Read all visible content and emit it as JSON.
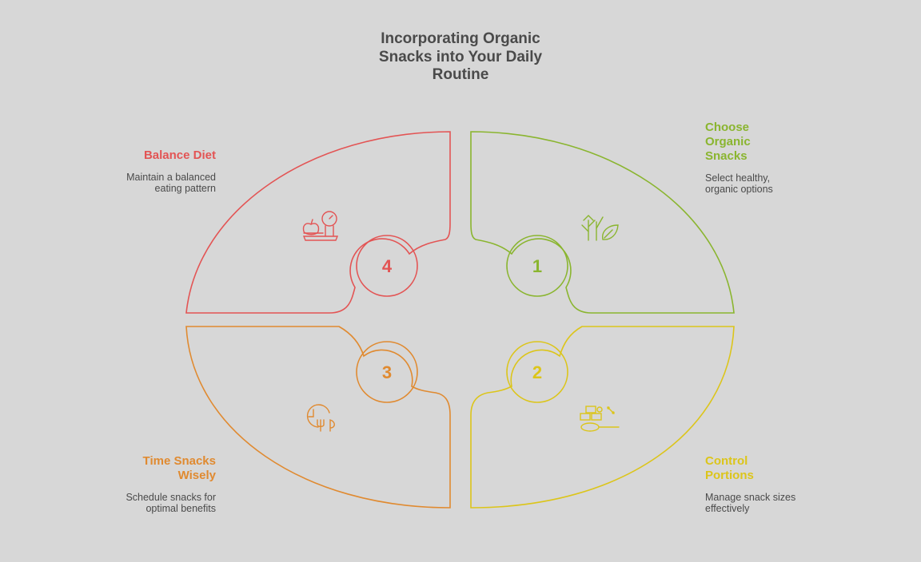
{
  "title_lines": [
    "Incorporating Organic",
    "Snacks into Your Daily",
    "Routine"
  ],
  "colors": {
    "green": "#8ab52f",
    "yellow": "#dcc51a",
    "orange": "#e08a30",
    "red": "#e35454",
    "text": "#4a4a4a",
    "background": "#d7d7d7"
  },
  "steps": [
    {
      "number": "1",
      "title_lines": [
        "Choose",
        "Organic",
        "Snacks"
      ],
      "desc_lines": [
        "Select healthy,",
        "organic options"
      ],
      "icon": "plant-leaf-icon"
    },
    {
      "number": "2",
      "title_lines": [
        "Control",
        "Portions"
      ],
      "desc_lines": [
        "Manage snack sizes",
        "effectively"
      ],
      "icon": "portion-scoop-icon"
    },
    {
      "number": "3",
      "title_lines": [
        "Time Snacks",
        "Wisely"
      ],
      "desc_lines": [
        "Schedule snacks for",
        "optimal benefits"
      ],
      "icon": "clock-utensils-icon"
    },
    {
      "number": "4",
      "title_lines": [
        "Balance Diet"
      ],
      "desc_lines": [
        "Maintain a balanced",
        "eating pattern"
      ],
      "icon": "scale-apple-icon"
    }
  ]
}
